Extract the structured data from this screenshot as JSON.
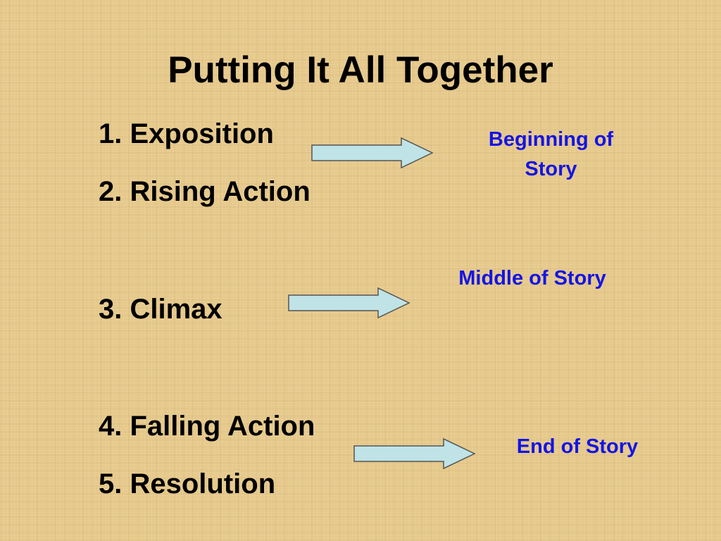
{
  "slide": {
    "title": "Putting It All Together",
    "items": [
      "1. Exposition",
      "2. Rising Action",
      "3. Climax",
      "4. Falling Action",
      "5. Resolution"
    ],
    "labels": {
      "beginning_line1": "Beginning of",
      "beginning_line2": "Story",
      "middle": "Middle of Story",
      "end": "End of Story"
    }
  },
  "colors": {
    "background": "#e6c98b",
    "text": "#000000",
    "label": "#1414e6",
    "arrow_fill": "#bfe3e6",
    "arrow_stroke": "#555555"
  }
}
